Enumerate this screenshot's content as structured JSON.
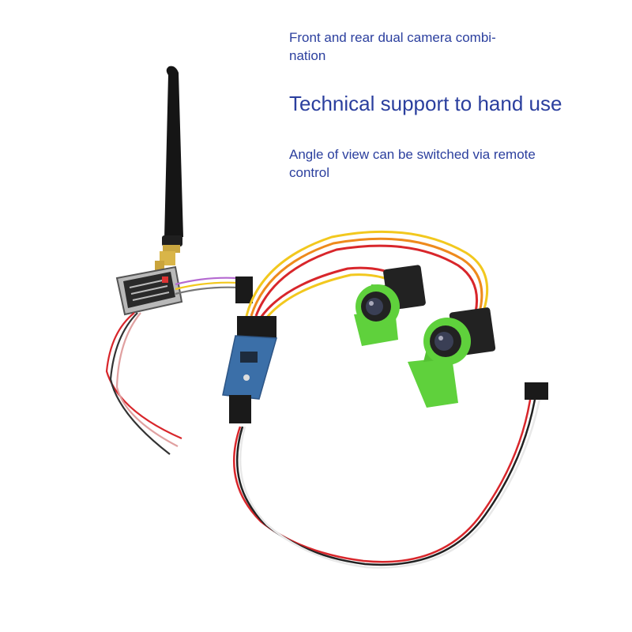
{
  "captions": {
    "line1": "Front and rear dual camera combi-\nnation",
    "line2": "Technical support to hand use",
    "line3": "Angle of view can be switched via remote\ncontrol"
  },
  "colors": {
    "caption_text": "#2b3f9e",
    "camera_mount_green": "#5fd13c",
    "camera_body": "#222222",
    "antenna": "#151515",
    "pcb_blue": "#3b6fa8",
    "wire_red": "#d8262b",
    "wire_yellow": "#f2c81e",
    "wire_orange": "#ee8a1d"
  }
}
